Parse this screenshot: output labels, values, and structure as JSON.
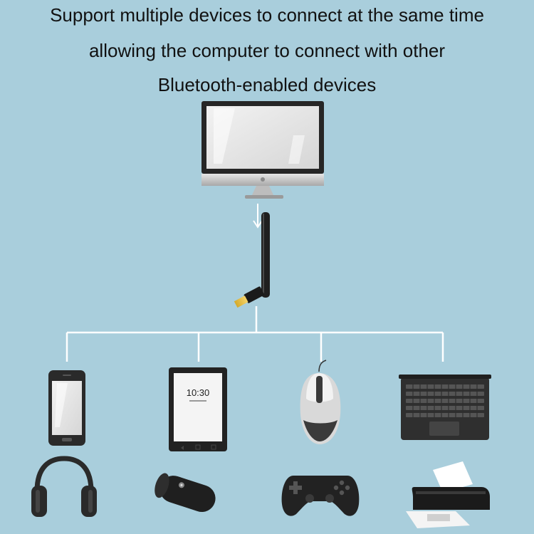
{
  "headline": {
    "line1": "Support multiple devices to connect at the same time",
    "line2": "allowing the computer to connect with other",
    "line3": "Bluetooth-enabled devices"
  },
  "tablet": {
    "time": "10:30"
  },
  "colors": {
    "background": "#a9cedc",
    "connector": "#ffffff",
    "device_dark": "#2b2b2b",
    "monitor_silver": "#c8c8c8"
  },
  "icons": [
    "monitor-icon",
    "usb-bluetooth-adapter-icon",
    "smartphone-icon",
    "tablet-icon",
    "mouse-icon",
    "keyboard-icon",
    "headphones-icon",
    "speaker-icon",
    "gamepad-icon",
    "printer-icon"
  ]
}
